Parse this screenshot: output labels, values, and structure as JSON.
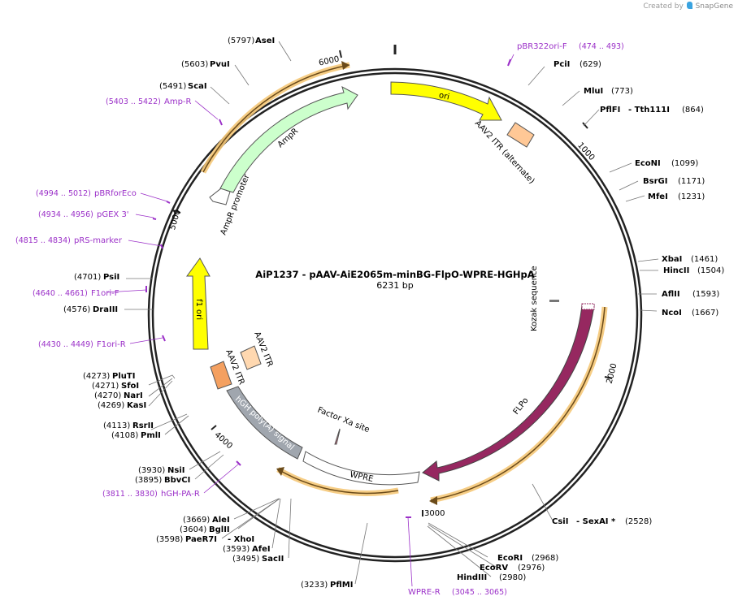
{
  "credit": {
    "prefix": "Created by",
    "brand": "SnapGene"
  },
  "plasmid": {
    "title": "AiP1237 - pAAV-AiE2065m-minBG-FlpO-WPRE-HGHpA",
    "size": "6231 bp"
  },
  "ticks": [
    "1000",
    "2000",
    "3000",
    "4000",
    "5000",
    "6000"
  ],
  "features": {
    "ori": "ori",
    "aav2_itr_alt": "AAV2 ITR (alternate)",
    "kozak": "Kozak sequence",
    "flpo": "FLPo",
    "wpre": "WPRE",
    "factor_xa": "Factor Xa site",
    "hgh_polya": "hGH poly(A) signal",
    "aav2_itr_1": "AAV2 ITR",
    "aav2_itr_2": "AAV2 ITR",
    "f1_ori": "f1 ori",
    "ampr_promoter": "AmpR promoter",
    "ampr": "AmpR"
  },
  "sites": {
    "asei": {
      "name": "AseI",
      "coord": "(5797)"
    },
    "pvui": {
      "name": "PvuI",
      "coord": "(5603)"
    },
    "scai": {
      "name": "ScaI",
      "coord": "(5491)"
    },
    "psii": {
      "name": "PsiI",
      "coord": "(4701)"
    },
    "draiii": {
      "name": "DraIII",
      "coord": "(4576)"
    },
    "pluti": {
      "name": "PluTI",
      "coord": "(4273)"
    },
    "sfoi": {
      "name": "SfoI",
      "coord": "(4271)"
    },
    "nari": {
      "name": "NarI",
      "coord": "(4270)"
    },
    "kasi": {
      "name": "KasI",
      "coord": "(4269)"
    },
    "rsrii": {
      "name": "RsrII",
      "coord": "(4113)"
    },
    "pmli": {
      "name": "PmlI",
      "coord": "(4108)"
    },
    "nsii": {
      "name": "NsiI",
      "coord": "(3930)"
    },
    "bbvci": {
      "name": "BbvCI",
      "coord": "(3895)"
    },
    "alei": {
      "name": "AleI",
      "coord": "(3669)"
    },
    "bglii": {
      "name": "BglII",
      "coord": "(3604)"
    },
    "paer7i": {
      "name": "PaeR7I",
      "name2": "- XhoI",
      "coord": "(3598)"
    },
    "afei": {
      "name": "AfeI",
      "coord": "(3593)"
    },
    "sacii": {
      "name": "SacII",
      "coord": "(3495)"
    },
    "pflmi": {
      "name": "PflMI",
      "coord": "(3233)"
    },
    "ecori": {
      "name": "EcoRI",
      "coord": "(2968)"
    },
    "ecorv": {
      "name": "EcoRV",
      "coord": "(2976)"
    },
    "hindiii": {
      "name": "HindIII",
      "coord": "(2980)"
    },
    "csii": {
      "name": "CsiI",
      "name2": "- SexAI *",
      "coord": "(2528)"
    },
    "pcii": {
      "name": "PciI",
      "coord": "(629)"
    },
    "mlui": {
      "name": "MluI",
      "coord": "(773)"
    },
    "pflfi": {
      "name": "PflFI",
      "name2": "- Tth111I",
      "coord": "(864)"
    },
    "econi": {
      "name": "EcoNI",
      "coord": "(1099)"
    },
    "bsrgi": {
      "name": "BsrGI",
      "coord": "(1171)"
    },
    "mfei": {
      "name": "MfeI",
      "coord": "(1231)"
    },
    "xbai": {
      "name": "XbaI",
      "coord": "(1461)"
    },
    "hincii": {
      "name": "HincII",
      "coord": "(1504)"
    },
    "aflii": {
      "name": "AflII",
      "coord": "(1593)"
    },
    "ncoi": {
      "name": "NcoI",
      "coord": "(1667)"
    }
  },
  "primers": {
    "pbr322ori": {
      "name": "pBR322ori-F",
      "coord": "(474 .. 493)"
    },
    "ampr": {
      "name": "Amp-R",
      "coord": "(5403 .. 5422)"
    },
    "pbrforeco": {
      "name": "pBRforEco",
      "coord": "(4994 .. 5012)"
    },
    "pgex3": {
      "name": "pGEX 3'",
      "coord": "(4934 .. 4956)"
    },
    "prsmarker": {
      "name": "pRS-marker",
      "coord": "(4815 .. 4834)"
    },
    "f1orif": {
      "name": "F1ori-F",
      "coord": "(4640 .. 4661)"
    },
    "f1orir": {
      "name": "F1ori-R",
      "coord": "(4430 .. 4449)"
    },
    "hghpar": {
      "name": "hGH-PA-R",
      "coord": "(3811 .. 3830)"
    },
    "wprer": {
      "name": "WPRE-R",
      "coord": "(3045 .. 3065)"
    }
  },
  "colors": {
    "backbone": "#222222",
    "ori": "#ffff00",
    "itr": "#ffc896",
    "flpo": "#962860",
    "wpre": "#ffffff",
    "hgh": "#a0a6ae",
    "f1ori": "#ffff00",
    "ampr": "#ccffcc",
    "orf_glow": "#f5c878",
    "primer": "#9b30c8"
  }
}
